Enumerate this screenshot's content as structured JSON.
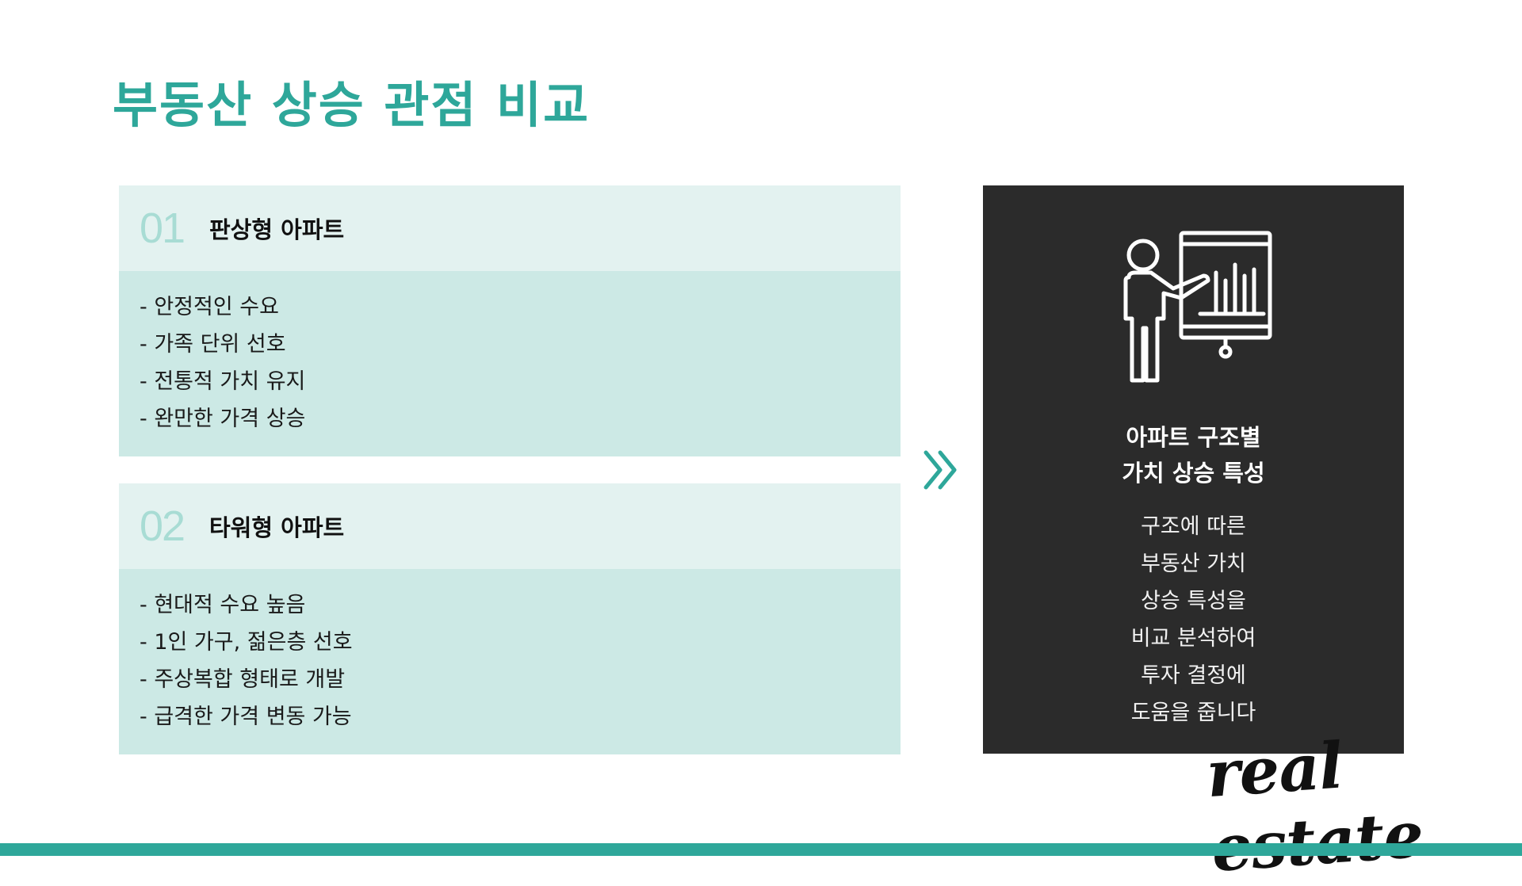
{
  "title": "부동산 상승 관점 비교",
  "cards": [
    {
      "number": "01",
      "heading": "판상형 아파트",
      "items": [
        "- 안정적인 수요",
        "- 가족 단위 선호",
        "- 전통적 가치 유지",
        "- 완만한 가격 상승"
      ]
    },
    {
      "number": "02",
      "heading": "타워형 아파트",
      "items": [
        "- 현대적 수요 높음",
        "- 1인 가구, 젊은층 선호",
        "- 주상복합 형태로 개발",
        "- 급격한 가격 변동 가능"
      ]
    }
  ],
  "summary": {
    "icon": "presentation-board-icon",
    "subtitle": [
      "아파트 구조별",
      "가치 상승 특성"
    ],
    "description": [
      "구조에 따른",
      "부동산 가치",
      "상승 특성을",
      "비교 분석하여",
      "투자 결정에",
      "도움을 줍니다"
    ]
  },
  "arrow_icon": "double-chevron-right-icon",
  "signature": "real estate",
  "colors": {
    "accent": "#2ea79a",
    "card_header": "#e3f2f0",
    "card_body": "#cce9e5",
    "number": "#a8dcd4",
    "dark_panel": "#2b2b2b"
  }
}
